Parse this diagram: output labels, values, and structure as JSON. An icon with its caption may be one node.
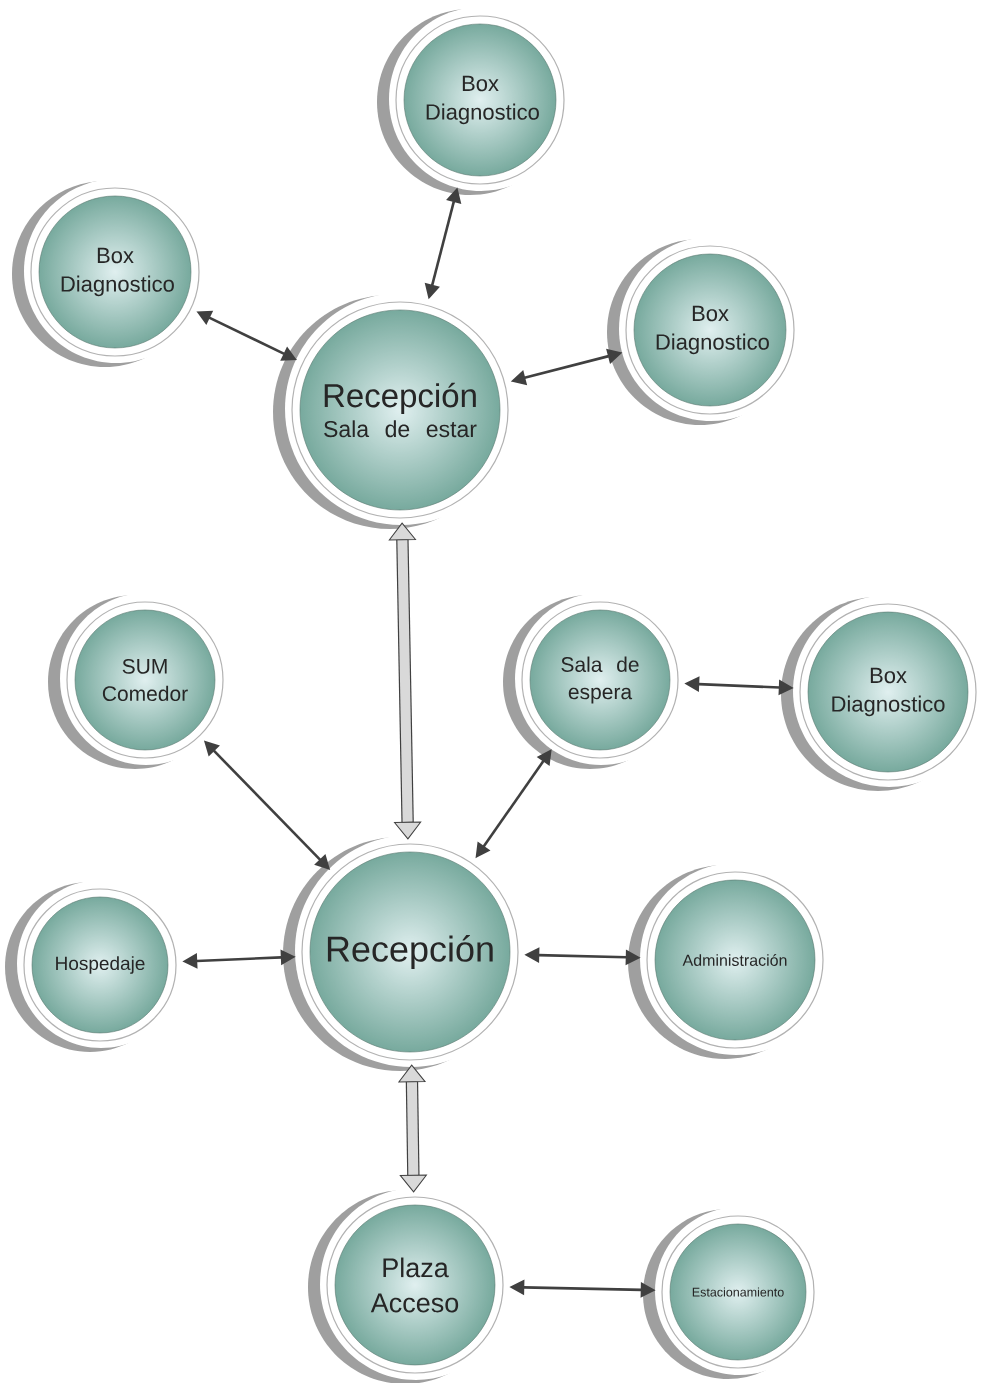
{
  "diagram": {
    "nodes": [
      {
        "text": [
          "Box Diagnostico"
        ]
      },
      {
        "text": [
          "Box Diagnostico"
        ]
      },
      {
        "text": [
          "Box Diagnostico"
        ]
      },
      {
        "text": [
          "Recepción",
          "Sala de estar"
        ]
      },
      {
        "text": [
          "SUM Comedor"
        ]
      },
      {
        "text": [
          "Sala de espera"
        ]
      },
      {
        "text": [
          "Box Diagnostico"
        ]
      },
      {
        "text": [
          "Hospedaje"
        ]
      },
      {
        "text": [
          "Recepción"
        ]
      },
      {
        "text": [
          "Administración"
        ]
      },
      {
        "text": [
          "Plaza Acceso"
        ]
      },
      {
        "text": [
          "Estacionamiento"
        ]
      }
    ],
    "edges": [
      {
        "from": 3,
        "to": 0,
        "arrow": "both"
      },
      {
        "from": 3,
        "to": 1,
        "arrow": "both"
      },
      {
        "from": 3,
        "to": 2,
        "arrow": "both"
      },
      {
        "from": 8,
        "to": 3,
        "arrow": "both",
        "style": "thick"
      },
      {
        "from": 8,
        "to": 4,
        "arrow": "both"
      },
      {
        "from": 8,
        "to": 5,
        "arrow": "both"
      },
      {
        "from": 5,
        "to": 6,
        "arrow": "both"
      },
      {
        "from": 8,
        "to": 7,
        "arrow": "both"
      },
      {
        "from": 8,
        "to": 9,
        "arrow": "both"
      },
      {
        "from": 8,
        "to": 10,
        "arrow": "both",
        "style": "thick"
      },
      {
        "from": 10,
        "to": 11,
        "arrow": "both"
      }
    ]
  }
}
